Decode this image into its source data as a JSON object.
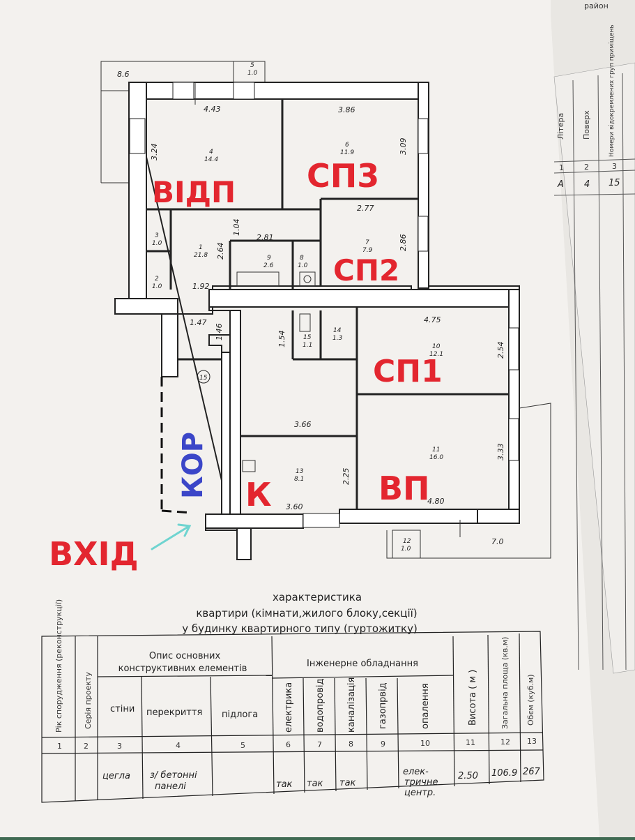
{
  "corner": {
    "label": "район"
  },
  "bg_table": {
    "headers": [
      "Літера",
      "Поверх",
      "Номери відокремлених груп приміщень"
    ],
    "nums": [
      "1",
      "2",
      "3"
    ],
    "vals": [
      "А",
      "4",
      "15"
    ]
  },
  "plan": {
    "dims": [
      "8.6",
      "4.43",
      "3.86",
      "3.24",
      "3.09",
      "1.04",
      "2.77",
      "2.81",
      "2.64",
      "2.86",
      "1.92",
      "1.47",
      "1.46",
      "1.54",
      "4.75",
      "2.54",
      "3.66",
      "3.33",
      "2.25",
      "3.60",
      "4.80",
      "7.0"
    ],
    "rooms": [
      {
        "n": "5",
        "a": "1.0"
      },
      {
        "n": "4",
        "a": "14.4"
      },
      {
        "n": "6",
        "a": "11.9"
      },
      {
        "n": "3",
        "a": "1.0"
      },
      {
        "n": "1",
        "a": "21.8"
      },
      {
        "n": "9",
        "a": "2.6"
      },
      {
        "n": "8",
        "a": "1.0"
      },
      {
        "n": "7",
        "a": "7.9"
      },
      {
        "n": "2",
        "a": "1.0"
      },
      {
        "n": "15",
        "a": "1.1"
      },
      {
        "n": "14",
        "a": "1.3"
      },
      {
        "n": "10",
        "a": "12.1"
      },
      {
        "n": "11",
        "a": "16.0"
      },
      {
        "n": "13",
        "a": "8.1"
      },
      {
        "n": "12",
        "a": "1.0"
      }
    ],
    "apt_no": "15",
    "labels": {
      "vidp": "ВІДП",
      "sp3": "СП3",
      "sp2": "СП2",
      "sp1": "СП1",
      "vp": "ВП",
      "k": "К",
      "kor": "КОР",
      "entry": "ВХІД"
    }
  },
  "title": {
    "line1": "характеристика",
    "line2": "квартири (кімнати,жилого блоку,секції)",
    "line3": "у будинку квартирного типу (гуртожитку)"
  },
  "table": {
    "year": "Рік спорудження (реконструкції)",
    "series": "Серія проекту",
    "desc": [
      "Опис основних",
      "конструктивних елементів"
    ],
    "eng": "Інженерне обладнання",
    "cols": {
      "walls": "стіни",
      "floors_slab": "перекриття",
      "floor": "підлога",
      "elec": "електрика",
      "water": "водопровід",
      "sewer": "каналізація",
      "gas": "газопрвід",
      "heat": "опалення",
      "height": "Висота ( м )",
      "area": "Загальна площа (кв.м)",
      "volume": "Обєм (куб.м)"
    },
    "nums": [
      "1",
      "2",
      "3",
      "4",
      "5",
      "6",
      "7",
      "8",
      "9",
      "10",
      "11",
      "12",
      "13"
    ],
    "vals": {
      "walls": "цегла",
      "floors1": "з/ бетонні",
      "floors2": "панелі",
      "elec": "так",
      "water": "так",
      "sewer": "так",
      "heat1": "елек-",
      "heat2": "тричне",
      "heat3": "центр.",
      "height": "2.50",
      "area": "106.9",
      "volume": "267"
    }
  }
}
